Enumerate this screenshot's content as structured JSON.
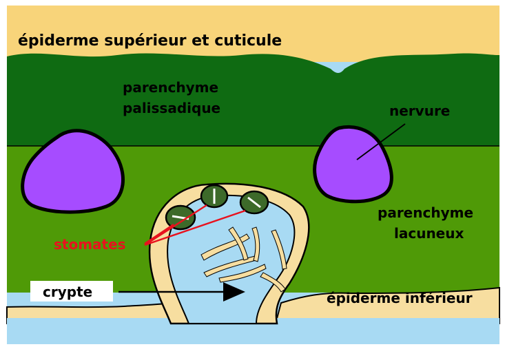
{
  "labels": {
    "upper_epidermis": "épiderme supérieur et cuticule",
    "palisade_line1": "parenchyme",
    "palisade_line2": "palissadique",
    "vein": "nervure",
    "spongy_line1": "parenchyme",
    "spongy_line2": "lacuneux",
    "stomata": "stomates",
    "crypt": "crypte",
    "lower_epidermis": "épiderme inférieur"
  },
  "colors": {
    "background": "#ffffff",
    "cuticle": "#f8d47a",
    "epidermis_beige": "#f7dea0",
    "palisade": "#0f6b12",
    "spongy": "#4f9a07",
    "vein": "#a64cff",
    "crypt_lumen": "#a8daf3",
    "stoma": "#3d6a2a",
    "stomata_label": "#e8121e",
    "outline": "#000000"
  }
}
